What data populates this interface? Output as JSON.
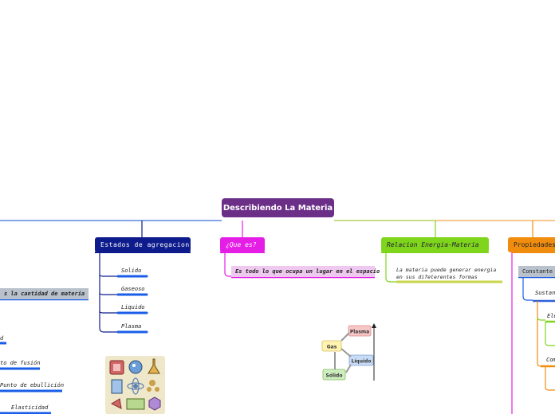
{
  "central": {
    "title": "Describiendo La Materia"
  },
  "branches": {
    "estados": {
      "title": "Estados de agregacion",
      "children": [
        "Solido",
        "Gaseoso",
        "Liquido",
        "Plasma"
      ]
    },
    "que_es": {
      "title": "¿Que es?",
      "definition": "Es todo lo que ocupa un lugar en el espacio"
    },
    "relacion": {
      "title": "Relacion Energia-Materia",
      "text": "La materia puede generar energia en sus difeterentes formas"
    },
    "propiedades": {
      "title": "Propiedades",
      "constante": "Constante",
      "children": [
        "Sustan",
        "Ele",
        "Com"
      ]
    },
    "left": {
      "materia": "s la cantidad de materia",
      "items": [
        "d",
        "to de fusión",
        "Punto de ebullición",
        "Elasticidad"
      ]
    }
  },
  "phase_diagram": {
    "labels": [
      "Plasma",
      "Gas",
      "Líquido",
      "Sólido"
    ]
  },
  "colors": {
    "central": "#6b2f87",
    "estados": "#0d1b8c",
    "que_es": "#e51ee6",
    "relacion": "#7fd41c",
    "propiedades": "#f18d0e",
    "left_branch": "#3a6fd8"
  }
}
